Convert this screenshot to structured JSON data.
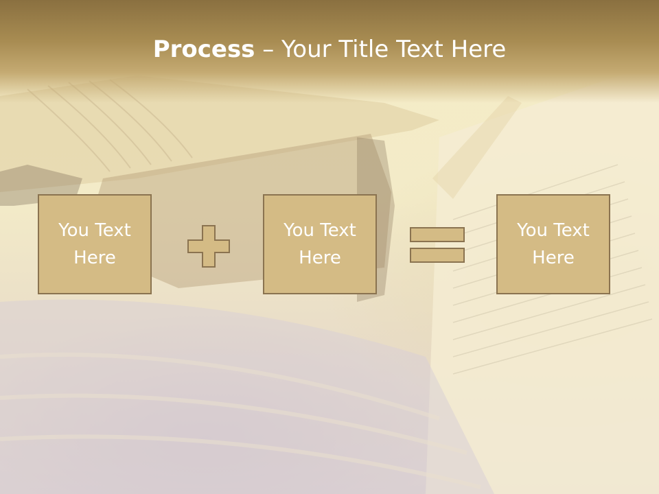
{
  "slide": {
    "title_bold": "Process",
    "title_rest": " – Your Title Text Here"
  },
  "process": {
    "boxes": [
      {
        "text": "You Text Here"
      },
      {
        "text": "You Text Here"
      },
      {
        "text": "You Text Here"
      }
    ],
    "operators": [
      "plus-icon",
      "equals-icon"
    ]
  },
  "colors": {
    "header_band": "#a88c52",
    "box_fill": "#d4bb85",
    "box_border": "#8a7350",
    "text": "#ffffff"
  }
}
